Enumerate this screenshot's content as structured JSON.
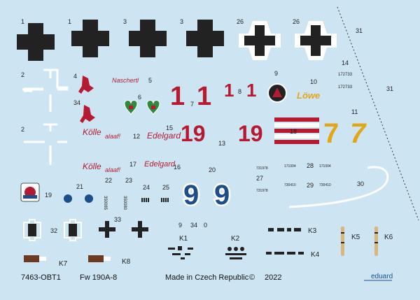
{
  "sheet": {
    "product_code": "7463-OBT1",
    "aircraft": "Fw 190A-8",
    "made_in": "Made in Czech Republic",
    "copyright": "©",
    "year": "2022",
    "brand": "eduard"
  },
  "numbers": {
    "n1a": "1",
    "n1b": "1",
    "n3a": "3",
    "n3b": "3",
    "n26a": "26",
    "n26b": "26",
    "n31a": "31",
    "n31b": "31",
    "n2a": "2",
    "n2b": "2",
    "n4": "4",
    "n5": "5",
    "n34a": "34",
    "n6": "6",
    "n7": "7",
    "n8": "8",
    "n9": "9",
    "n10": "10",
    "n14": "14",
    "n11": "11",
    "n12": "12",
    "n15": "15",
    "n13": "13",
    "n18": "18",
    "n17": "17",
    "n16": "16",
    "n19": "19",
    "n20": "20",
    "n21": "21",
    "n22": "22",
    "n23": "23",
    "n24": "24",
    "n25": "25",
    "n27": "27",
    "n28": "28",
    "n29": "29",
    "n30": "30",
    "n32": "32",
    "n33": "33",
    "n9b": "9",
    "n34b": "34",
    "n0": "0",
    "K1": "K1",
    "K2": "K2",
    "K3": "K3",
    "K4": "K4",
    "K5": "K5",
    "K6": "K6",
    "K7": "K7",
    "K8": "K8"
  },
  "decals": {
    "red_1a": "1",
    "red_1b": "1",
    "red_1c": "1",
    "red_1d": "1",
    "red_19a": "19",
    "red_19b": "19",
    "yellow_7": "7",
    "yellow_7b": "7",
    "blue_9a": "9",
    "blue_9b": "9",
    "werk_a": "172733",
    "werk_b": "172733",
    "werk_171004a": "171004",
    "werk_171004b": "171004",
    "werk_731978a": "731978",
    "werk_731978b": "731978",
    "werk_730410a": "730410",
    "werk_730410b": "730410",
    "stencil_a": "350085",
    "stencil_b": "350080",
    "nasch": "Naschertl",
    "lowe": "Löwe",
    "kolle_a": "Kölle",
    "alaaf_a": "alaaf!",
    "kolle_b": "Kölle",
    "alaaf_b": "alaaf!",
    "edelgard_a": "Edelgard",
    "edelgard_b": "Edelgard"
  },
  "colors": {
    "bg": "#cde5f2",
    "black": "#222222",
    "red": "#b51a30",
    "blue": "#1d4e8c",
    "yellow": "#e3a619",
    "white": "#ffffff"
  }
}
